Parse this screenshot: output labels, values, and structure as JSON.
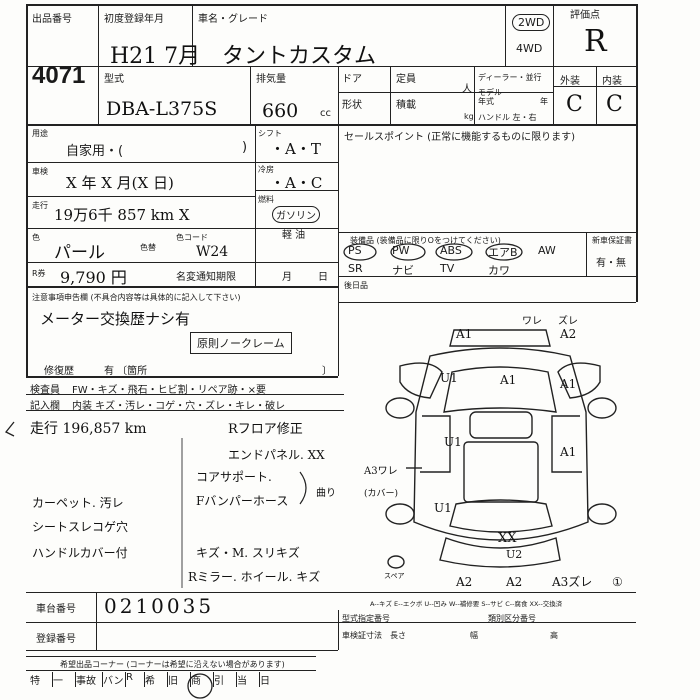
{
  "header": {
    "lot_label": "出品番号",
    "lot_number": "4071",
    "reg_label": "初度登録年月",
    "reg_value": "H21 7月",
    "car_label": "車名・グレード",
    "car_value": "タントカスタム",
    "drive_2wd": "2WD",
    "drive_4wd": "4WD",
    "grade_label": "評価点",
    "grade_value": "R",
    "model_label": "型式",
    "model_value": "DBA-L375S",
    "disp_label": "排気量",
    "disp_value": "660",
    "disp_unit": "cc",
    "door_label": "ドア",
    "cap_label": "定員",
    "cap_unit": "人",
    "dealer_label": "ディーラー・並行",
    "shape_label": "形状",
    "load_label": "積載",
    "load_unit": "kg",
    "model_year_label": "モデル年式",
    "year_unit": "年",
    "handle_label": "ハンドル 左・右",
    "ext_label": "外装",
    "int_label": "内装",
    "ext_value": "C",
    "int_value": "C"
  },
  "left": {
    "use_label": "用途",
    "use_value": "自家用・(",
    "use_close": ")",
    "shaken_label": "車検",
    "shaken_value": "X 年 X 月(X 日)",
    "mileage_label": "走行",
    "mileage_value": "19万6千 857 km X",
    "color_label": "色",
    "color_value": "パール",
    "color_change_label": "色替",
    "color_code_label": "色コード",
    "color_code_value": "W24",
    "recycle_label": "R券",
    "recycle_value": "9,790 円",
    "tax_label": "名変通知期限",
    "tax_month": "月",
    "tax_day": "日",
    "shift_label": "シフト",
    "shift_value": "・A・T",
    "ac_label": "冷房",
    "ac_value": "・A・C",
    "fuel_label": "燃料",
    "fuel_value": "ガソリン",
    "fuel_alt": "軽 油",
    "notice_label": "注意事項申告欄 (不具合内容等は具体的に記入して下さい)",
    "notice_value": "メーター交換歴ナシ有",
    "claim_label": "原則ノークレーム",
    "repair_label": "修復歴",
    "repair_value": "有 〔箇所",
    "repair_close": "〕",
    "inspector_label": "検査員",
    "inspector_items": "FW・キズ・飛石・ヒビ割・リペア跡・×要",
    "entry_label": "記入欄",
    "entry_items": "内装 キズ・汚レ・コゲ・穴・ズレ・キレ・破レ"
  },
  "sales": {
    "sales_label": "セールスポイント (正常に機能するものに限ります)",
    "equip_label": "装備品 (装備品に限りOをつけてください)",
    "new_label": "新車保証書",
    "new_value": "有・無",
    "equip_row1": [
      "PS",
      "PW",
      "ABS",
      "エアB",
      "AW"
    ],
    "equip_row2": [
      "SR",
      "ナビ",
      "TV",
      "カワ"
    ],
    "rear_label": "後日品"
  },
  "notes": {
    "line1": "走行 196,857 km",
    "line1b": "Rフロア修正",
    "line2": "エンドパネル. XX",
    "line3": "コアサポート.",
    "line4": "Fバンパーホース",
    "line4b": "曲り",
    "line5": "カーペット. 汚レ",
    "line6": "シートスレコゲ穴",
    "line7": "ハンドルカバー付",
    "line8": "キズ・M. スリキズ",
    "line9": "Rミラー. ホイール. キズ"
  },
  "diagram": {
    "a1_top": "A1",
    "wa": "ワレ",
    "zu": "ズレ",
    "a2_top": "A2",
    "u1_fl": "U1",
    "a1_hood": "A1",
    "a1_fr": "A1",
    "u1_l": "U1",
    "a1_r": "A1",
    "a3": "A3ワレ",
    "cover": "(カバー)",
    "u1_rl": "U1",
    "xx": "XX",
    "u2": "U2",
    "a2_b1": "A2",
    "a2_b2": "A2",
    "a3_br": "A3ズレ",
    "c1": "①",
    "spare": "スペア",
    "legend": "A--キズ E--エクボ U--凹み W--補修要 S--サビ C--腐食 XX--交換済"
  },
  "footer": {
    "chassis_label": "車台番号",
    "chassis_value": "0210035",
    "reg_no_label": "登録番号",
    "fmt_label": "型式指定番号",
    "class_label": "類別区分番号",
    "dim_label": "車検証寸法",
    "len_label": "長さ",
    "w_label": "幅",
    "h_label": "高",
    "wish_label": "希望出品コーナー (コーナーは希望に沿えない場合があります)",
    "corner_items": [
      "特",
      "一",
      "事故",
      "バン",
      "R",
      "希",
      "旧",
      "商",
      "引",
      "当",
      "日"
    ]
  }
}
